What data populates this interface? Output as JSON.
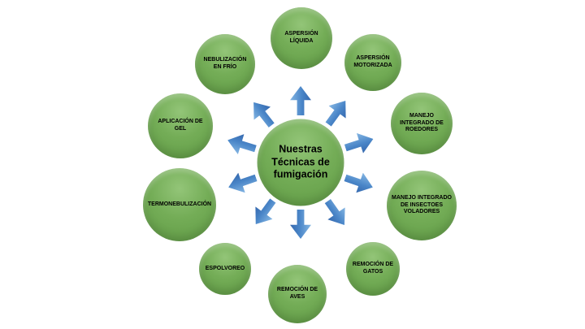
{
  "diagram": {
    "title": "Nuestras Técnicas de fumigación",
    "center": {
      "label": "Nuestras Técnicas de fumigación"
    },
    "nodes": [
      {
        "label": "ASPERSIÓN LÍQUIDA"
      },
      {
        "label": "ASPERSIÓN MOTORIZADA"
      },
      {
        "label": "MANEJO INTEGRADO DE ROEDORES"
      },
      {
        "label": "MANEJO INTEGRADO DE INSECTOES VOLADORES"
      },
      {
        "label": "REMOCIÓN DE GATOS"
      },
      {
        "label": "REMOCIÓN DE AVES"
      },
      {
        "label": "ESPOLVOREO"
      },
      {
        "label": "TERMONEBULIZACIÓN"
      },
      {
        "label": "APLICACIÓN DE GEL"
      },
      {
        "label": "NEBULIZACIÓN EN FRÍO"
      }
    ],
    "colors": {
      "node_fill": "#6aa84f",
      "arrow_fill": "#4a86c8",
      "text": "#000000",
      "background": "#ffffff"
    },
    "layout_hint": "diverging-radial: 10 outer circles around center, blue arrows pointing outward"
  }
}
